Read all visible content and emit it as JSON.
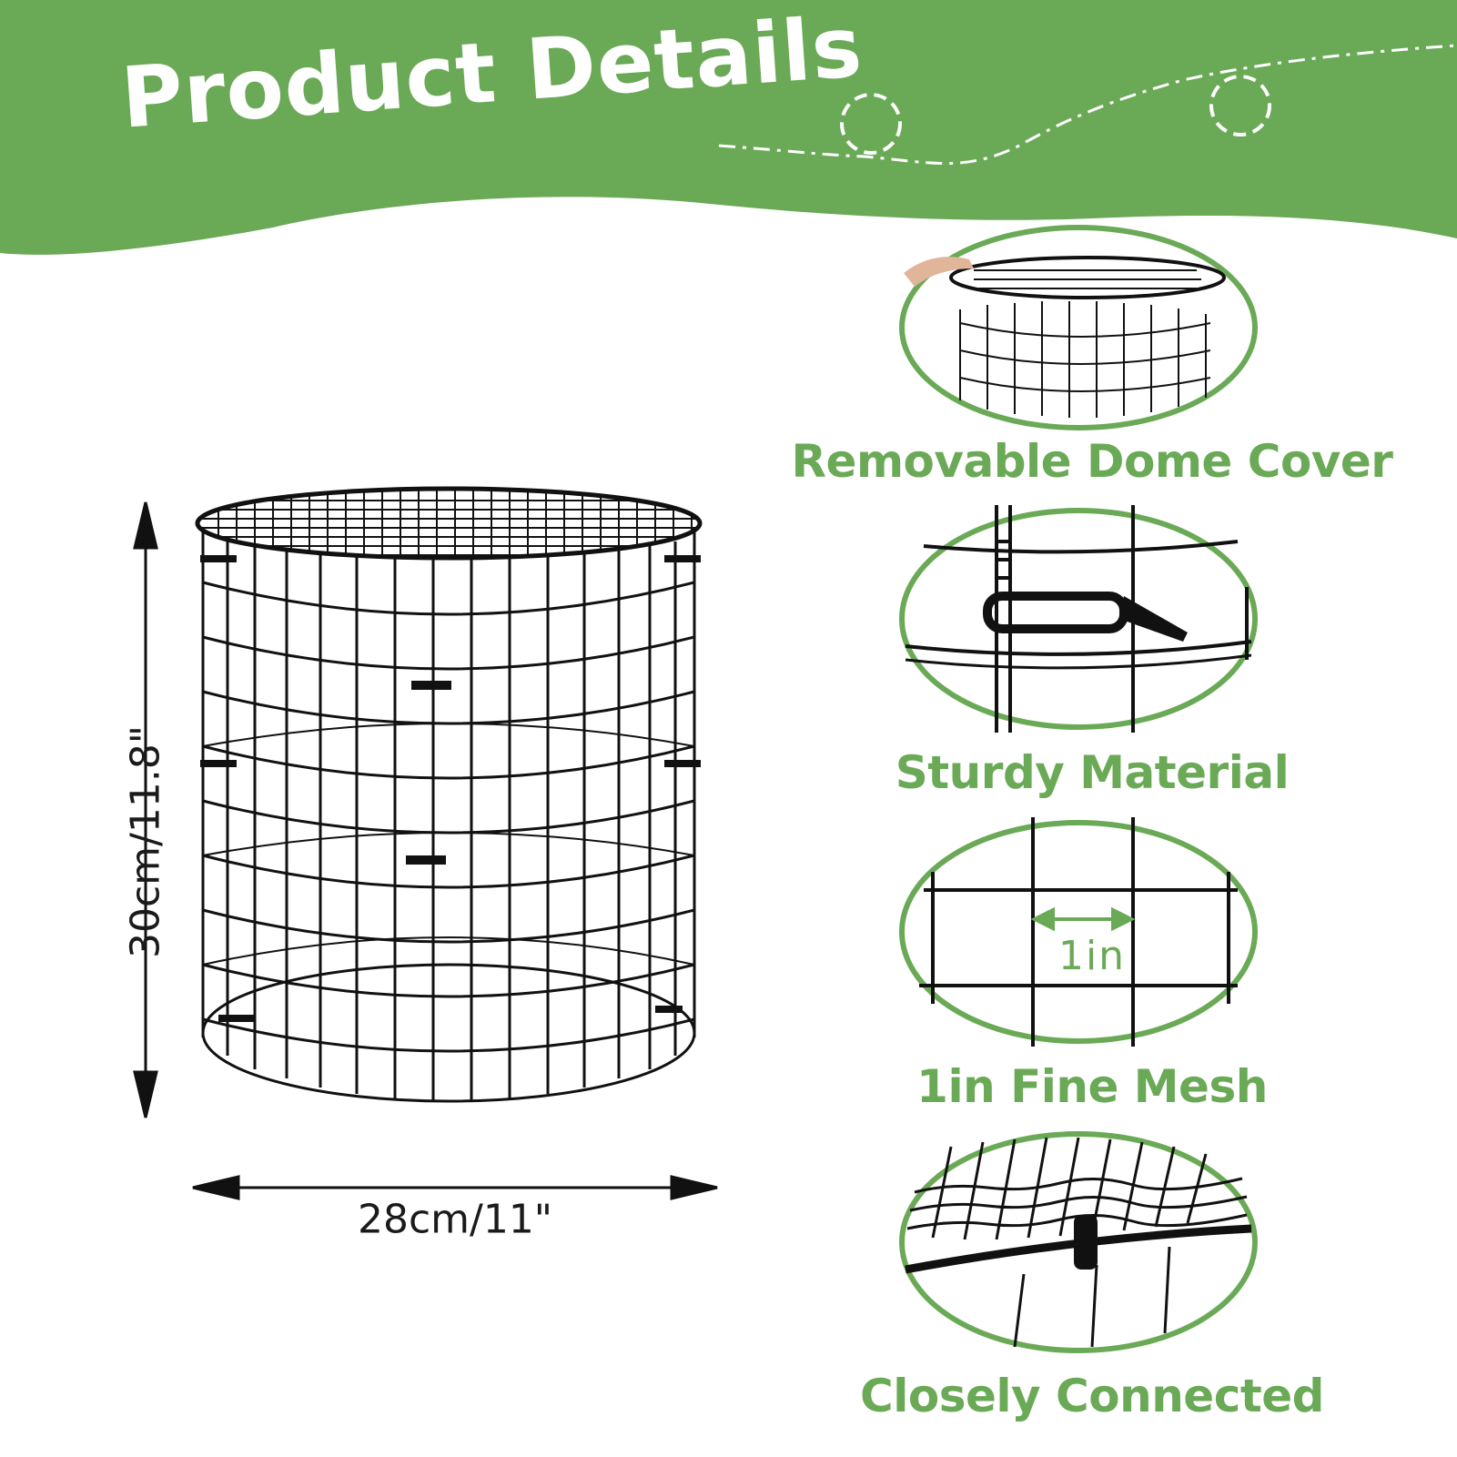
{
  "banner": {
    "title": "Product Details",
    "color": "#6aa956"
  },
  "dimensions": {
    "height": "30cm/11.8\"",
    "width": "28cm/11\""
  },
  "features": [
    {
      "label": "Removable Dome Cover"
    },
    {
      "label": "Sturdy Material"
    },
    {
      "label": "1in Fine Mesh",
      "mesh_size": "1in"
    },
    {
      "label": "Closely Connected"
    }
  ],
  "colors": {
    "accent": "#6aa956",
    "wire": "#111111"
  }
}
